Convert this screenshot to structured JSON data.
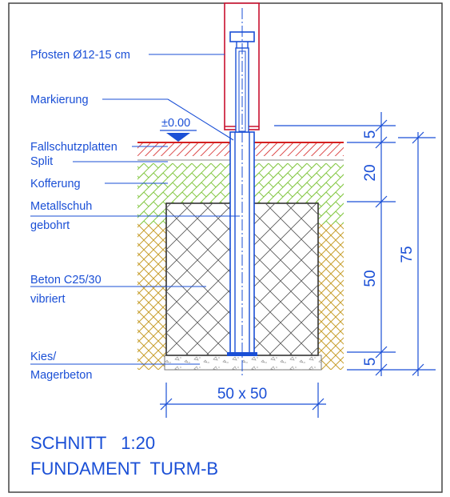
{
  "labels": {
    "post": "Pfosten Ø12-15 cm",
    "marking": "Markierung",
    "level": "±0.00",
    "fall_protection": "Fallschutzplatten",
    "split": "Split",
    "bedding": "Kofferung",
    "metal_shoe_1": "Metallschuh",
    "metal_shoe_2": "gebohrt",
    "concrete_1": "Beton C25/30",
    "concrete_2": "vibriert",
    "gravel_1": "Kies/",
    "gravel_2": "Magerbeton"
  },
  "dimensions": {
    "d5_top": "5",
    "d20": "20",
    "d50": "50",
    "d5_bottom": "5",
    "d75": "75",
    "width": "50 x 50"
  },
  "title": {
    "line1": "SCHNITT   1:20",
    "line2": "FUNDAMENT  TURM-B"
  },
  "colors": {
    "annotation": "#1a4fd6",
    "frame": "#444444",
    "fall_protection": "#d42020",
    "bedding": "#88c94a",
    "soil": "#c8a030",
    "post": "#c8102e",
    "concrete": "#333333"
  }
}
